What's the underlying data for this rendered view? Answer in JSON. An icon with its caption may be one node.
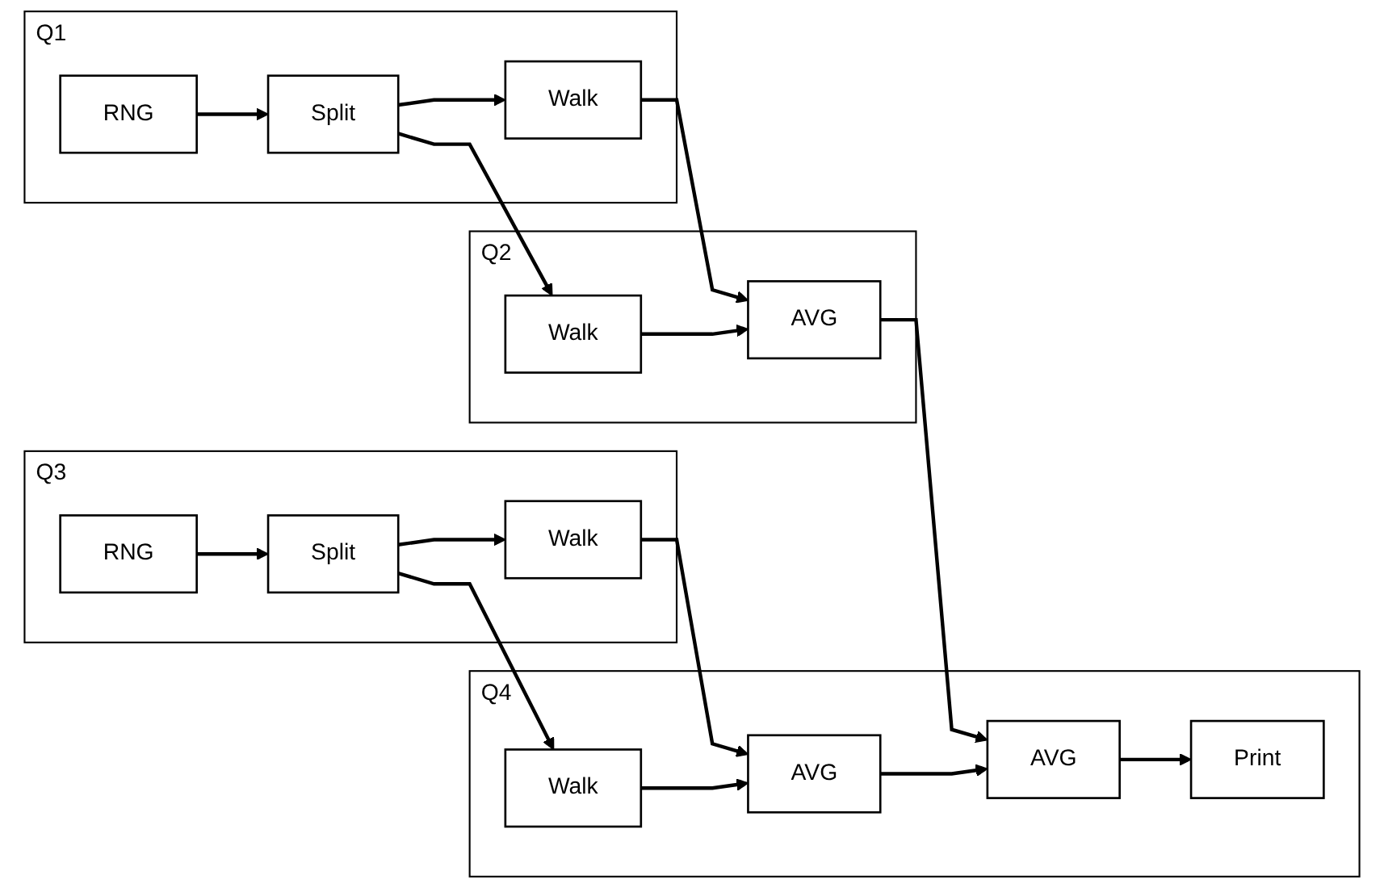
{
  "diagram": {
    "nodes": [
      {
        "text": [
          "Q1"
        ]
      },
      {
        "text": [
          "RNG"
        ],
        "in": 0
      },
      {
        "text": [
          "Split"
        ],
        "in": 0
      },
      {
        "text": [
          "Walk"
        ],
        "in": 0
      },
      {
        "text": [
          "Q2"
        ]
      },
      {
        "text": [
          "Walk"
        ],
        "in": 4
      },
      {
        "text": [
          "AVG"
        ],
        "in": 4
      },
      {
        "text": [
          "Q3"
        ]
      },
      {
        "text": [
          "RNG"
        ],
        "in": 7
      },
      {
        "text": [
          "Split"
        ],
        "in": 7
      },
      {
        "text": [
          "Walk"
        ],
        "in": 7
      },
      {
        "text": [
          "Q4"
        ]
      },
      {
        "text": [
          "Walk"
        ],
        "in": 11
      },
      {
        "text": [
          "AVG"
        ],
        "in": 11
      },
      {
        "text": [
          "AVG"
        ],
        "in": 11
      },
      {
        "text": [
          "Print"
        ],
        "in": 11
      }
    ],
    "edges": [
      {
        "from": 1,
        "to": 2,
        "arrow": "to"
      },
      {
        "from": 2,
        "to": 3,
        "arrow": "to"
      },
      {
        "from": 3,
        "to": 6,
        "arrow": "to"
      },
      {
        "from": 2,
        "to": 5,
        "arrow": "to"
      },
      {
        "from": 5,
        "to": 6,
        "arrow": "to"
      },
      {
        "from": 6,
        "to": 14,
        "arrow": "to"
      },
      {
        "from": 8,
        "to": 9,
        "arrow": "to"
      },
      {
        "from": 9,
        "to": 10,
        "arrow": "to"
      },
      {
        "from": 10,
        "to": 13,
        "arrow": "to"
      },
      {
        "from": 9,
        "to": 12,
        "arrow": "to"
      },
      {
        "from": 12,
        "to": 13,
        "arrow": "to"
      },
      {
        "from": 13,
        "to": 14,
        "arrow": "to"
      },
      {
        "from": 14,
        "to": 15,
        "arrow": "to"
      }
    ]
  }
}
